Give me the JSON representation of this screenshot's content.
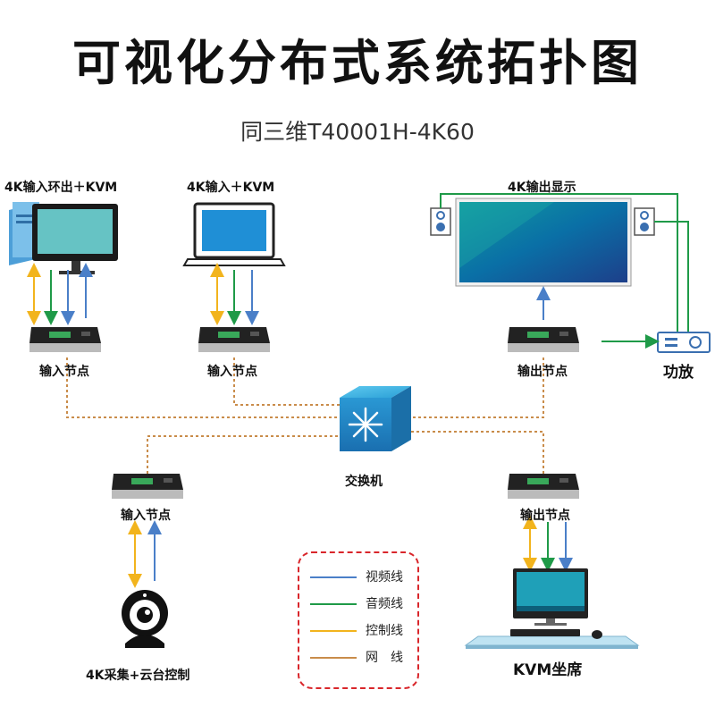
{
  "title": "可视化分布式系统拓扑图",
  "subtitle": "同三维T40001H-4K60",
  "devices": {
    "pc_top_left": "4K输入环出＋KVM",
    "laptop": "4K输入＋KVM",
    "display": "4K输出显示",
    "amplifier": "功放",
    "switch": "交换机",
    "camera": "4K采集+云台控制",
    "kvm_seat": "KVM坐席"
  },
  "nodes": {
    "input_node_1": "输入节点",
    "input_node_2": "输入节点",
    "output_node_1": "输出节点",
    "input_node_3": "输入节点",
    "output_node_2": "输出节点"
  },
  "legend": [
    {
      "label": "视频线",
      "color": "#4a7fc8"
    },
    {
      "label": "音频线",
      "color": "#1f9a48"
    },
    {
      "label": "控制线",
      "color": "#f2b41d"
    },
    {
      "label": "网　线",
      "color": "#c98c4a"
    }
  ],
  "colors": {
    "video": "#4a7fc8",
    "audio": "#1f9a48",
    "control": "#f2b41d",
    "network": "#c98c4a",
    "legend_border": "#d9262b"
  }
}
